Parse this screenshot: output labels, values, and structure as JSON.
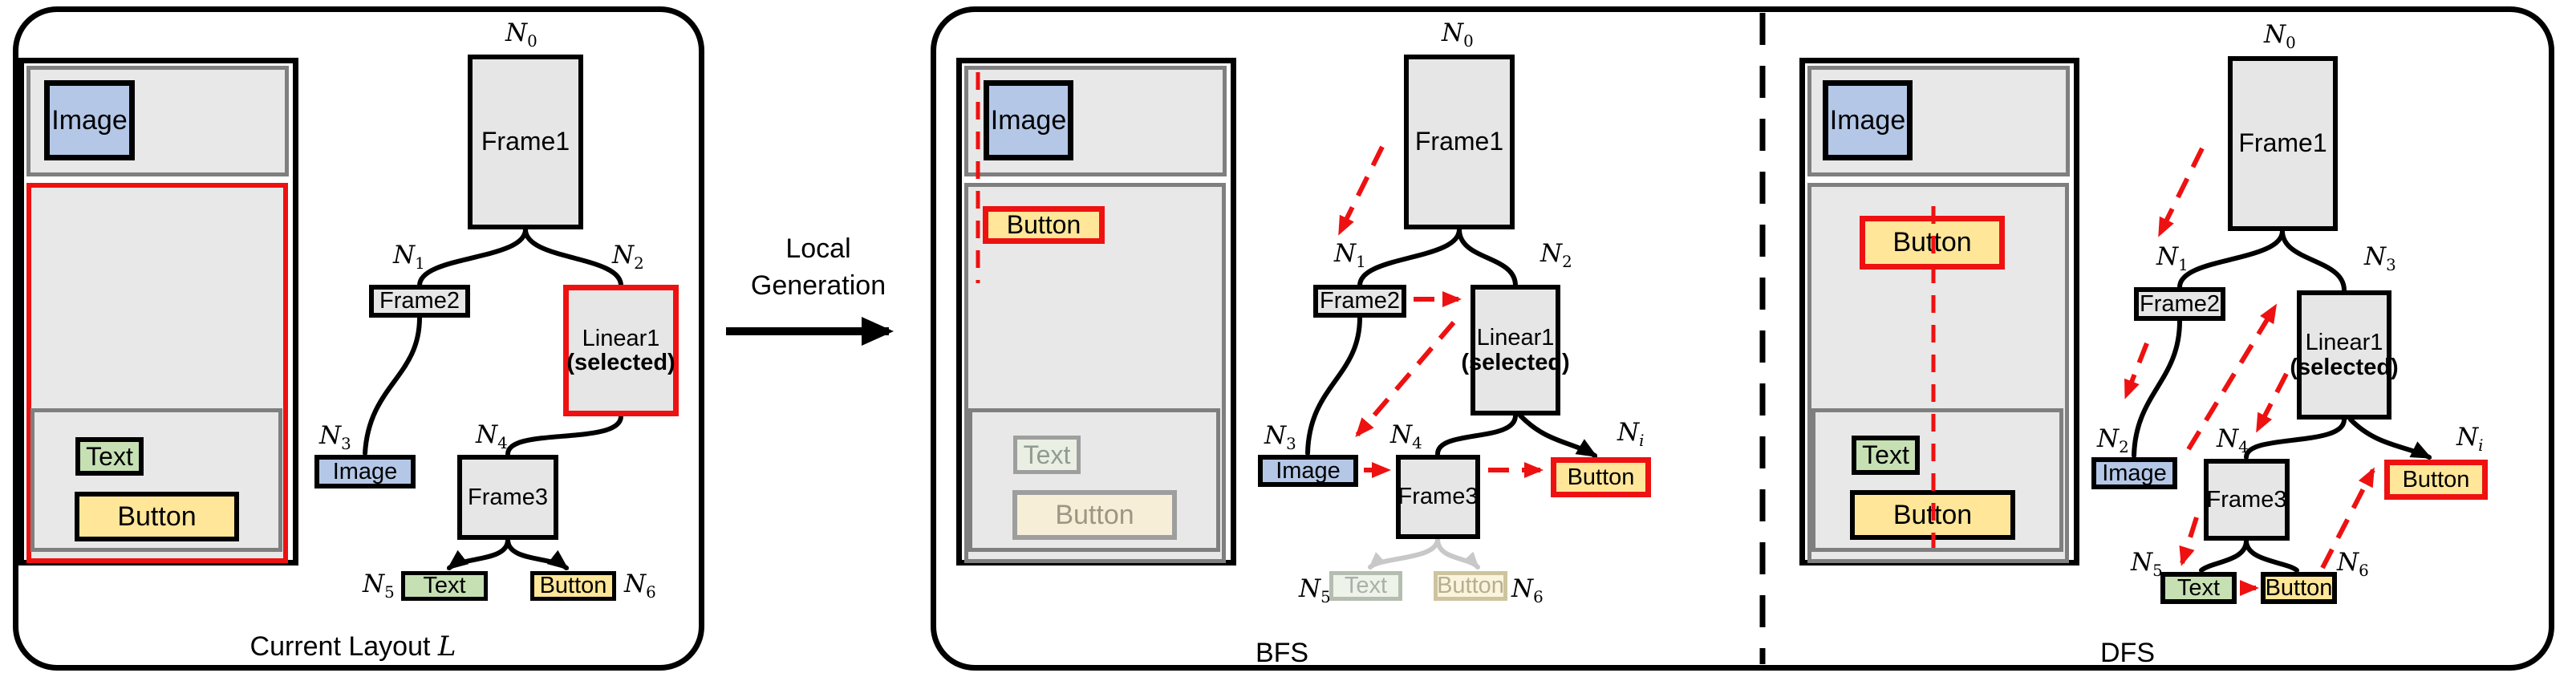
{
  "middle": {
    "line1": "Local",
    "line2": "Generation"
  },
  "colors": {
    "red": "#ee1111",
    "black": "#000000",
    "gray_border": "#7f7f7f",
    "node_gray": "#e7e6e6",
    "frame_gray": "#e9e8e8",
    "image_blue": "#b4c7e7",
    "text_green": "#c6e0b4",
    "button_yellow": "#ffe699",
    "faded_gray": "#c8c8c8"
  },
  "current": {
    "caption": {
      "text": "Current Layout",
      "math": "L"
    },
    "mockup": {
      "image": "Image",
      "text": "Text",
      "button": "Button"
    },
    "tree": {
      "labels": {
        "n0": {
          "b": "N",
          "s": "0"
        },
        "n1": {
          "b": "N",
          "s": "1"
        },
        "n2": {
          "b": "N",
          "s": "2"
        },
        "n3": {
          "b": "N",
          "s": "3"
        },
        "n4": {
          "b": "N",
          "s": "4"
        },
        "n5": {
          "b": "N",
          "s": "5"
        },
        "n6": {
          "b": "N",
          "s": "6"
        }
      },
      "nodes": {
        "frame1": "Frame1",
        "frame2": "Frame2",
        "linear1": "Linear1",
        "linear1_note": "(selected)",
        "image": "Image",
        "frame3": "Frame3",
        "text": "Text",
        "button": "Button"
      }
    }
  },
  "bfs": {
    "caption": "BFS",
    "mockup": {
      "image": "Image",
      "new_button": "Button",
      "text": "Text",
      "button": "Button"
    },
    "tree": {
      "labels": {
        "n0": {
          "b": "N",
          "s": "0"
        },
        "n1": {
          "b": "N",
          "s": "1"
        },
        "n2": {
          "b": "N",
          "s": "2"
        },
        "n3": {
          "b": "N",
          "s": "3"
        },
        "n4": {
          "b": "N",
          "s": "4"
        },
        "n5": {
          "b": "N",
          "s": "5"
        },
        "n6": {
          "b": "N",
          "s": "6"
        },
        "ni": {
          "b": "N",
          "s": "i"
        }
      },
      "nodes": {
        "frame1": "Frame1",
        "frame2": "Frame2",
        "linear1": "Linear1",
        "linear1_note": "(selected)",
        "image": "Image",
        "frame3": "Frame3",
        "text": "Text",
        "button": "Button",
        "new_button": "Button"
      }
    }
  },
  "dfs": {
    "caption": "DFS",
    "mockup": {
      "image": "Image",
      "new_button": "Button",
      "text": "Text",
      "button": "Button"
    },
    "tree": {
      "labels": {
        "n0": {
          "b": "N",
          "s": "0"
        },
        "n1": {
          "b": "N",
          "s": "1"
        },
        "n2": {
          "b": "N",
          "s": "2"
        },
        "n3": {
          "b": "N",
          "s": "3"
        },
        "n4": {
          "b": "N",
          "s": "4"
        },
        "n5": {
          "b": "N",
          "s": "5"
        },
        "n6": {
          "b": "N",
          "s": "6"
        },
        "ni": {
          "b": "N",
          "s": "i"
        }
      },
      "nodes": {
        "frame1": "Frame1",
        "frame2": "Frame2",
        "linear1": "Linear1",
        "linear1_note": "(selected)",
        "image": "Image",
        "frame3": "Frame3",
        "text": "Text",
        "button": "Button",
        "new_button": "Button"
      }
    }
  }
}
